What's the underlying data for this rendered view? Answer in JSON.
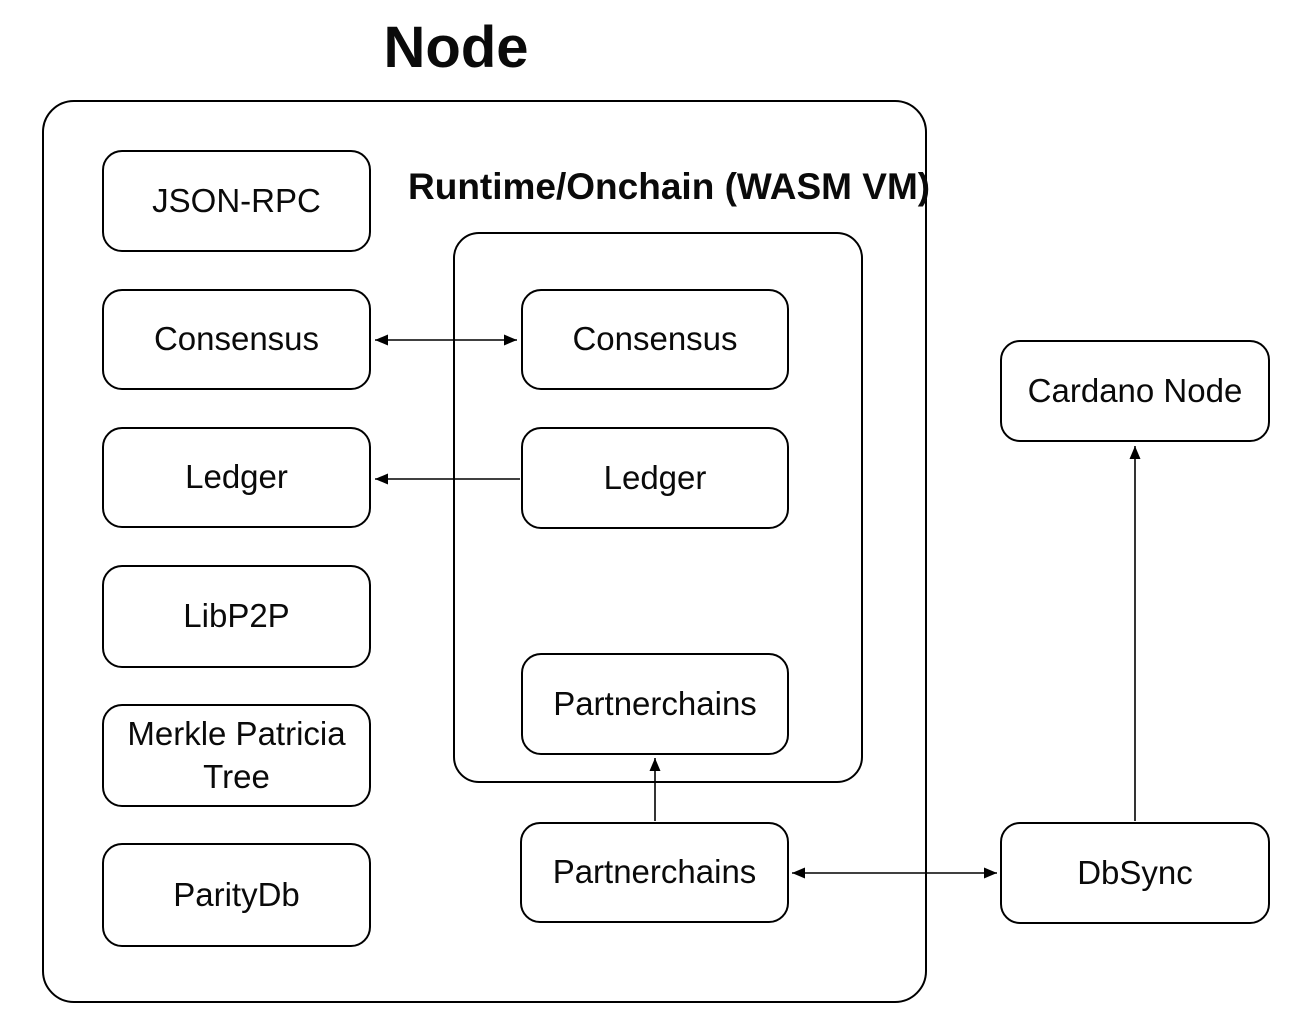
{
  "title": "Node",
  "labels": {
    "runtime_container": "Runtime/Onchain (WASM VM)"
  },
  "boxes": {
    "json_rpc": "JSON-RPC",
    "consensus_node": "Consensus",
    "ledger_node": "Ledger",
    "libp2p": "LibP2P",
    "merkle_patricia_tree": "Merkle Patricia Tree",
    "paritydb": "ParityDb",
    "consensus_runtime": "Consensus",
    "ledger_runtime": "Ledger",
    "partnerchains_runtime": "Partnerchains",
    "partnerchains_node": "Partnerchains",
    "cardano_node": "Cardano Node",
    "dbsync": "DbSync"
  },
  "edges": [
    {
      "from": "consensus_node",
      "to": "consensus_runtime",
      "type": "bidirectional"
    },
    {
      "from": "ledger_runtime",
      "to": "ledger_node",
      "type": "directed"
    },
    {
      "from": "partnerchains_node",
      "to": "partnerchains_runtime",
      "type": "directed"
    },
    {
      "from": "partnerchains_node",
      "to": "dbsync",
      "type": "bidirectional"
    },
    {
      "from": "dbsync",
      "to": "cardano_node",
      "type": "directed"
    }
  ],
  "colors": {
    "line": "#000000",
    "box_border": "#000000",
    "box_fill": "#ffffff",
    "text": "#0a0a0a",
    "background": "#ffffff"
  }
}
